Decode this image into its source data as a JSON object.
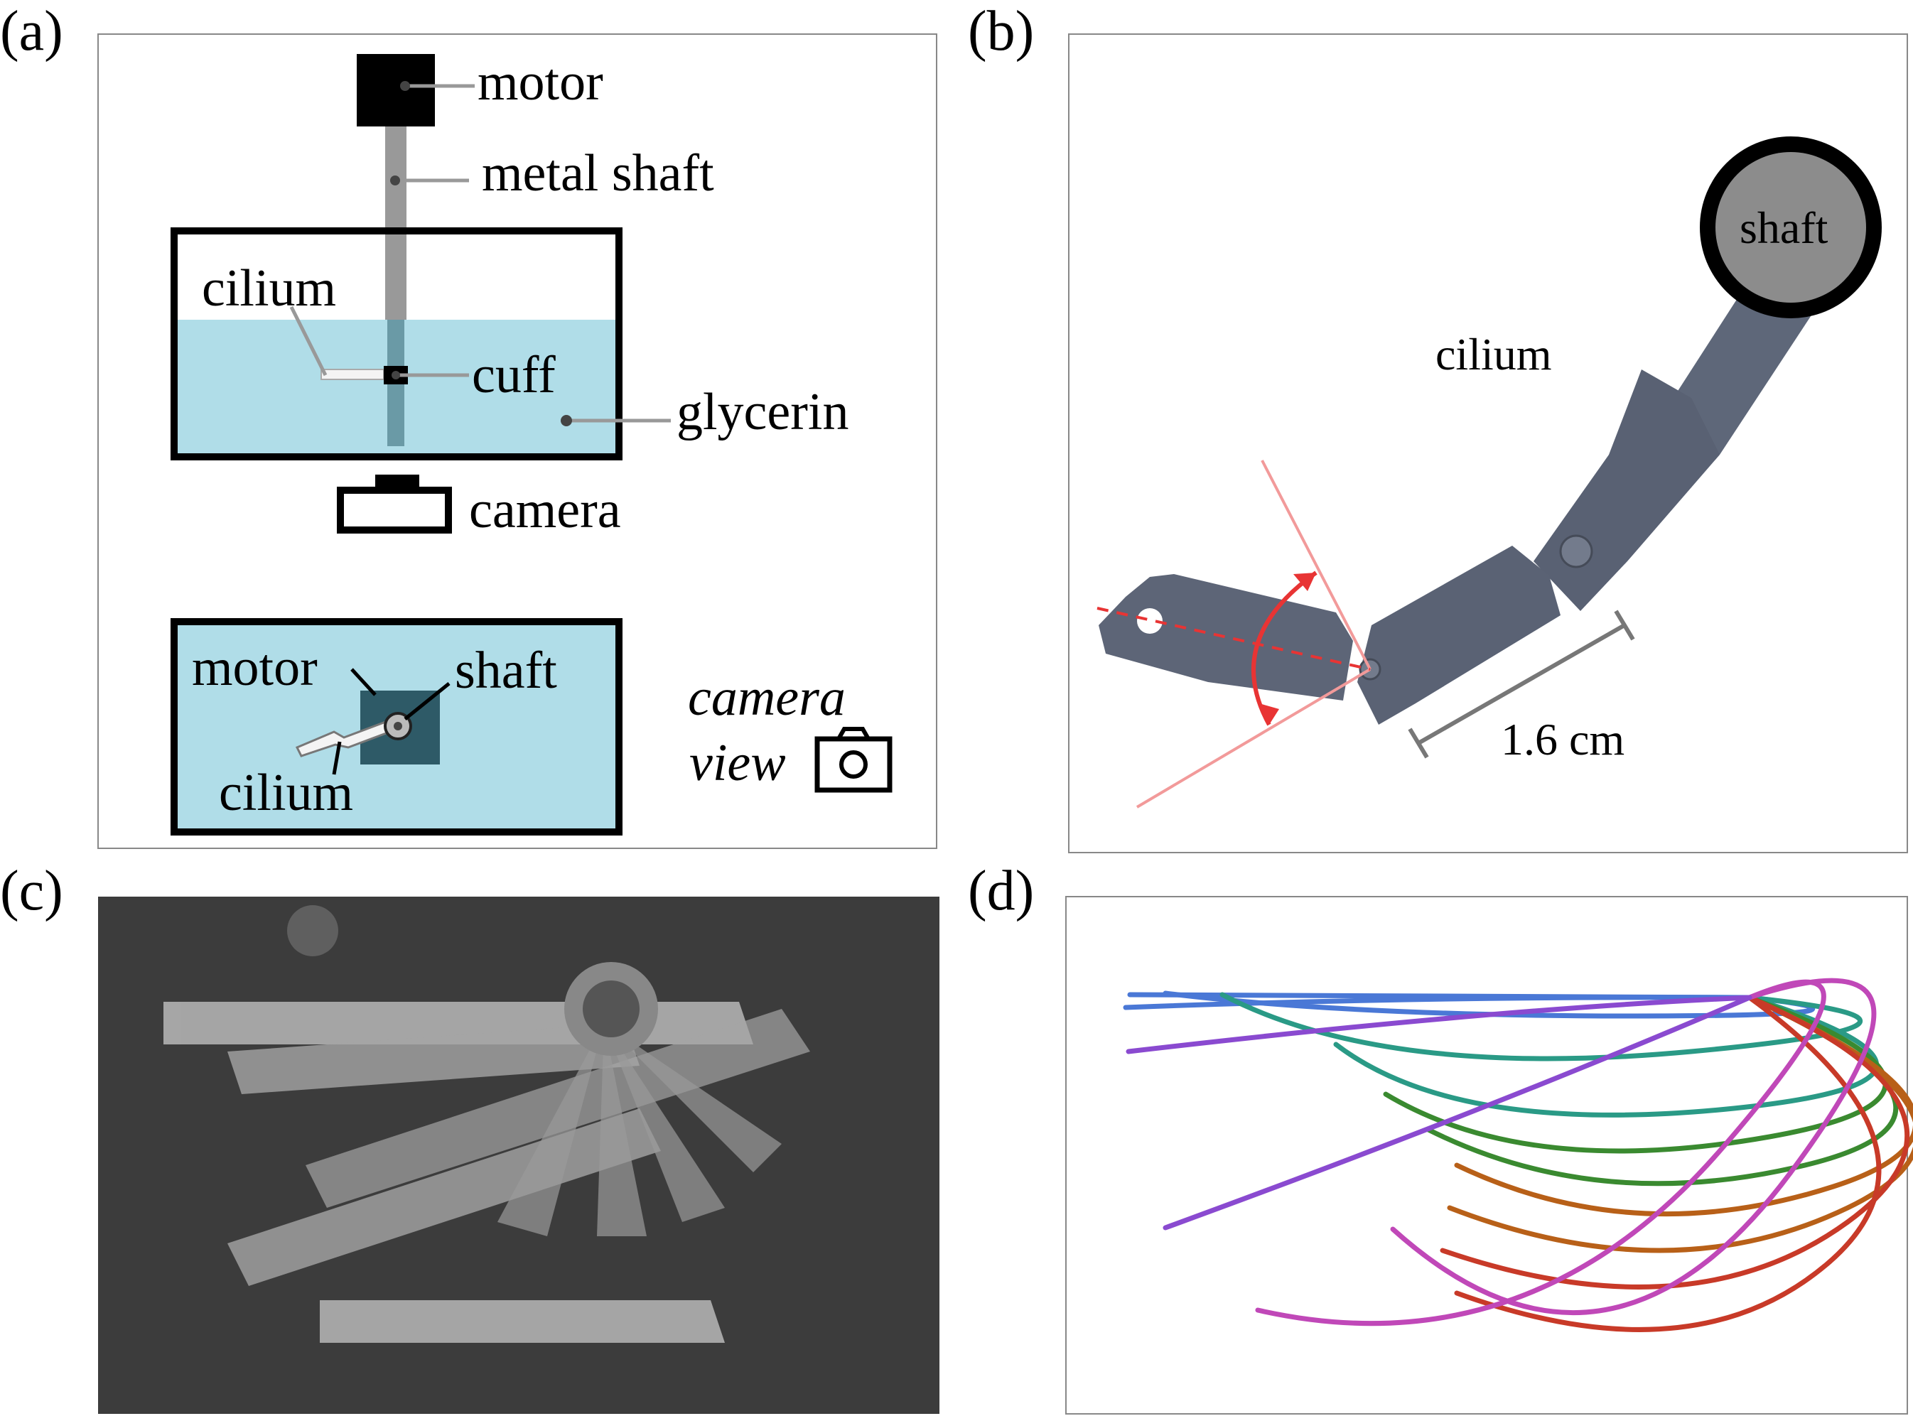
{
  "panels": {
    "a": {
      "label": "(a)",
      "motor": "motor",
      "metal_shaft": "metal shaft",
      "cilium": "cilium",
      "cuff": "cuff",
      "glycerin": "glycerin",
      "camera": "camera",
      "inset_motor": "motor",
      "inset_shaft": "shaft",
      "inset_cilium": "cilium",
      "camera_view_line1": "camera",
      "camera_view_line2": "view"
    },
    "b": {
      "label": "(b)",
      "shaft": "shaft",
      "cilium": "cilium",
      "scale": "1.6 cm"
    },
    "c": {
      "label": "(c)"
    },
    "d": {
      "label": "(d)"
    }
  },
  "colors": {
    "glycerin": "#b0dde8",
    "motor_inset": "#2e5a67",
    "cilium_part": "#5a6272",
    "shaft_fill": "#8c8c8c",
    "angle_arrow": "#e83434",
    "photo_bg": "#3c3c3c"
  },
  "chart_data": {
    "type": "line",
    "curve_gradient": [
      "#4a78d6",
      "#2a9a86",
      "#3a8a30",
      "#b86018",
      "#c83a28",
      "#c048b8",
      "#8a4ad0"
    ]
  }
}
